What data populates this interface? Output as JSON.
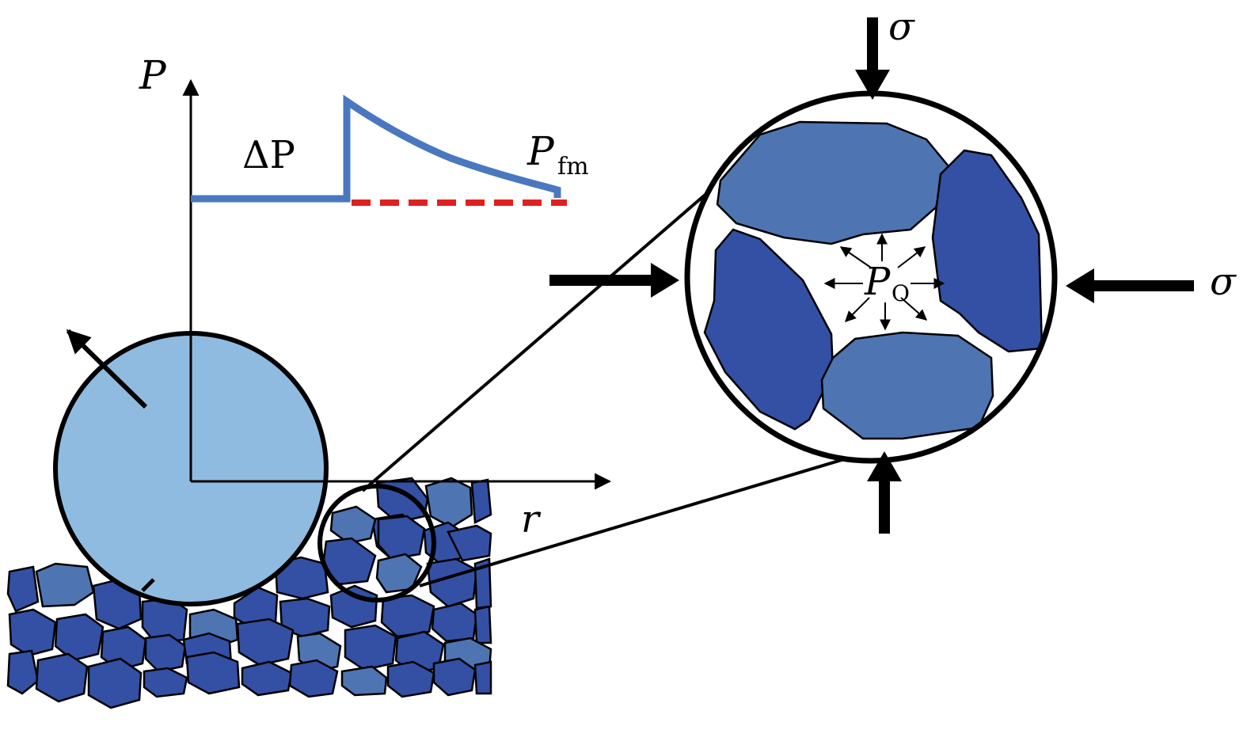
{
  "labels": {
    "p_axis": "P",
    "r_axis": "r",
    "delta_p": "ΔP",
    "p_fm_main": "P",
    "p_fm_sub": "fm",
    "p_o_main": "P",
    "p_o_sub": "O",
    "sigma_top": "σ",
    "sigma_right": "σ"
  },
  "colors": {
    "pressure_curve": "#4a78c0",
    "baseline_dashed": "#e02020",
    "borehole_fill": "#90bbe0",
    "grain_dark": "#3350a4",
    "grain_light": "#4e75b2",
    "outline": "#000000"
  }
}
